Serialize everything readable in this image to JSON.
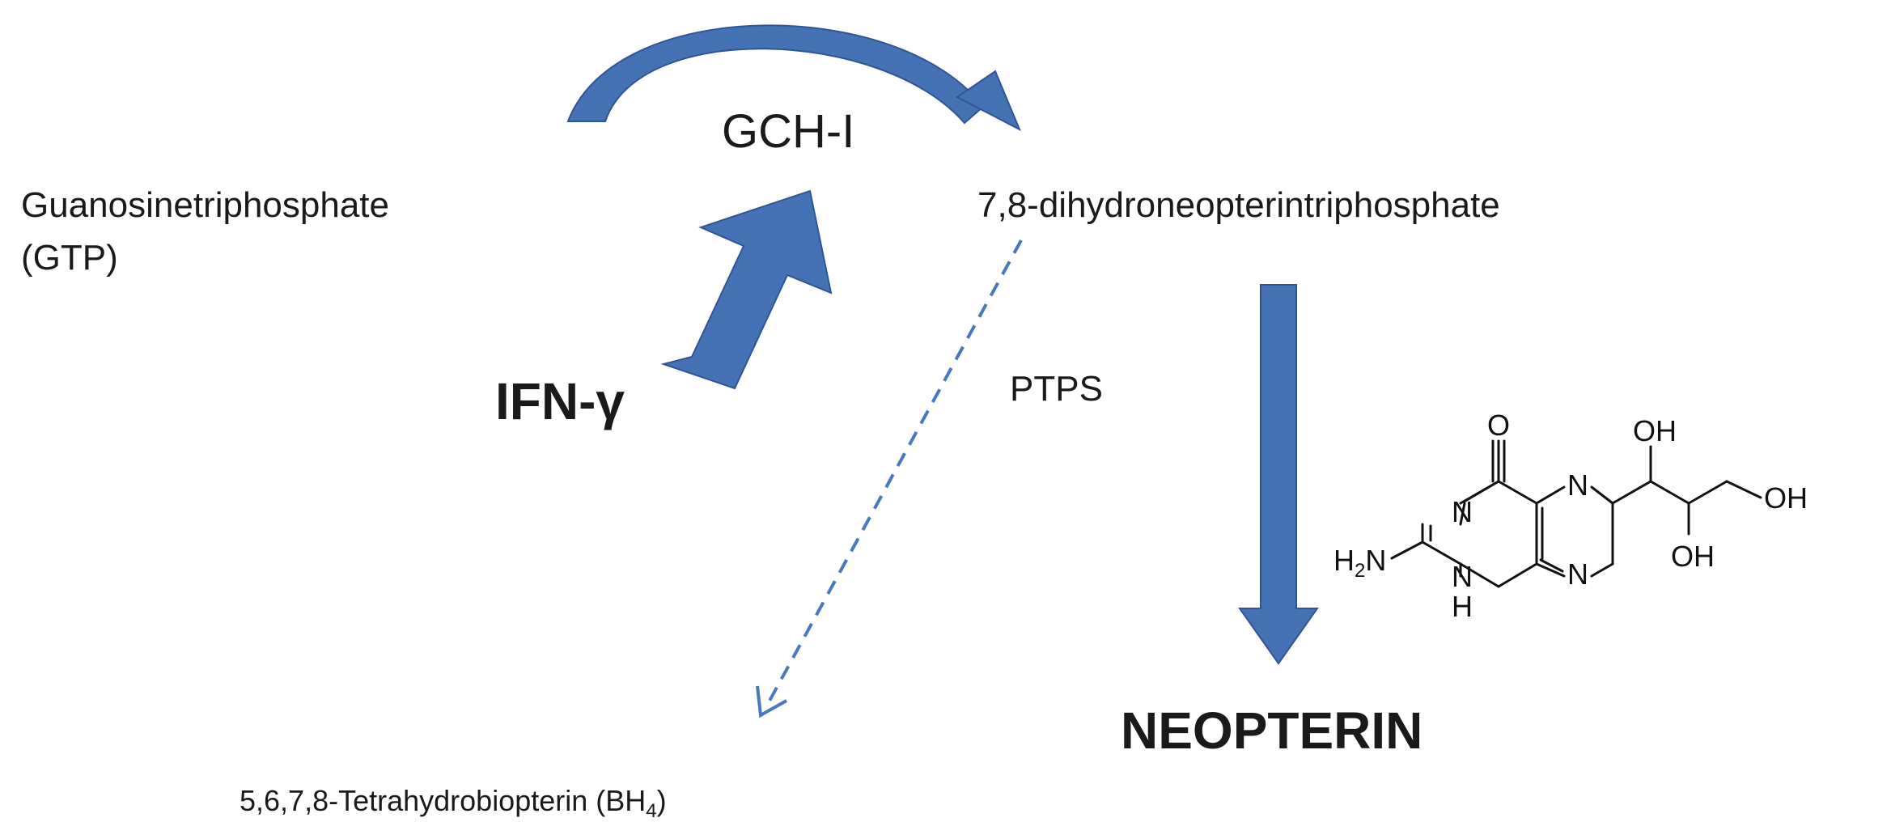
{
  "colors": {
    "arrow": "#4472b4",
    "arrow_dark": "#2f5597",
    "text": "#1a1a1a"
  },
  "labels": {
    "gtp_line1": "Guanosinetriphosphate",
    "gtp_line2": "(GTP)",
    "gch": "GCH-I",
    "dihydro": "7,8-dihydroneopterintriphosphate",
    "ifn": "IFN-γ",
    "ptps": "PTPS",
    "neopterin": "NEOPTERIN",
    "bh4_main": "5,6,7,8-Tetrahydrobiopterin (BH",
    "bh4_sub": "4",
    "bh4_close": ")"
  },
  "molecule": {
    "o": "O",
    "n_left": "N",
    "n_top": "N",
    "n_right": "N",
    "nh_n": "N",
    "nh_h": "H",
    "h2n_h": "H",
    "h2n_2": "2",
    "h2n_n": "N",
    "oh_top": "OH",
    "oh_mid": "OH",
    "oh_right": "OH"
  }
}
